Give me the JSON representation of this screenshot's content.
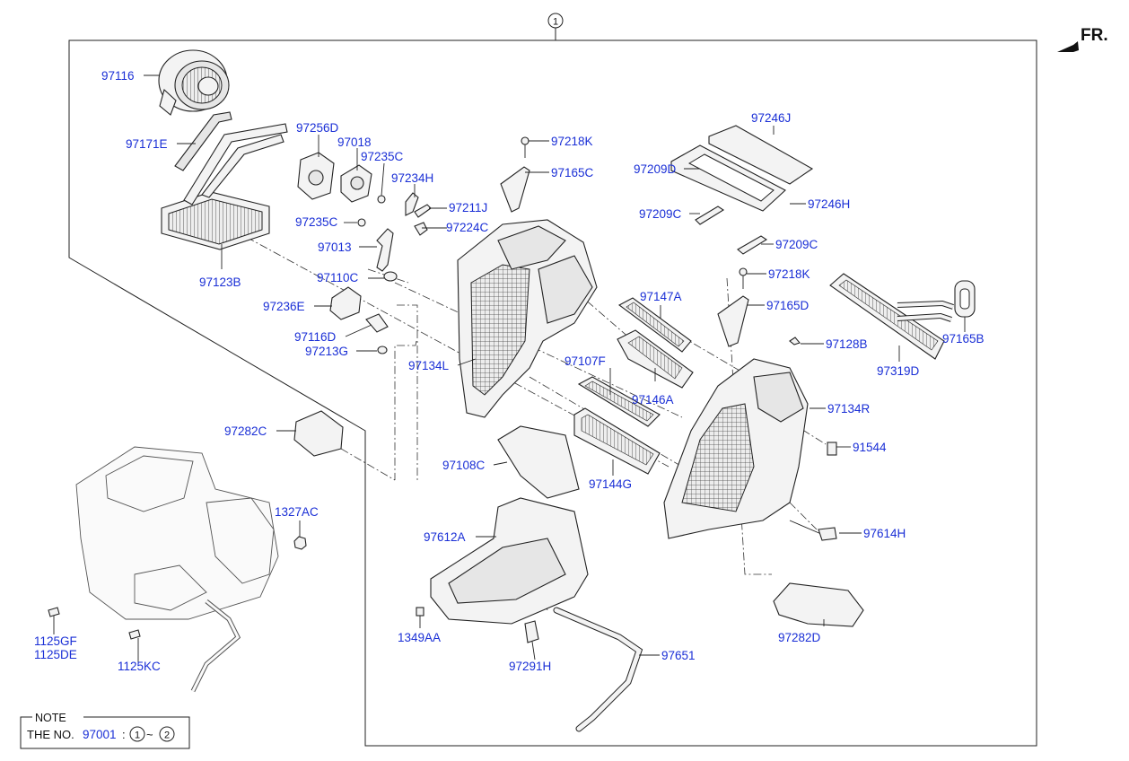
{
  "header": {
    "circle_top": "1",
    "front_label": "FR."
  },
  "labels": {
    "l97116": "97116",
    "l97171E": "97171E",
    "l97123B": "97123B",
    "l97256D": "97256D",
    "l97018": "97018",
    "l97235C_a": "97235C",
    "l97234H": "97234H",
    "l97211J": "97211J",
    "l97224C": "97224C",
    "l97235C_b": "97235C",
    "l97013": "97013",
    "l97110C": "97110C",
    "l97236E": "97236E",
    "l97116D": "97116D",
    "l97213G": "97213G",
    "l97282C": "97282C",
    "l97218K_a": "97218K",
    "l97165C": "97165C",
    "l97134L": "97134L",
    "l97108C": "97108C",
    "l97612A": "97612A",
    "l1349AA": "1349AA",
    "l97291H": "97291H",
    "l97651": "97651",
    "l97107F": "97107F",
    "l97146A": "97146A",
    "l97147A": "97147A",
    "l97144G": "97144G",
    "l97246J": "97246J",
    "l97209D": "97209D",
    "l97246H": "97246H",
    "l97209C_a": "97209C",
    "l97209C_b": "97209C",
    "l97218K_b": "97218K",
    "l97165D": "97165D",
    "l97128B": "97128B",
    "l97319D": "97319D",
    "l97165B": "97165B",
    "l97134R": "97134R",
    "l91544": "91544",
    "l97614H": "97614H",
    "l97282D": "97282D",
    "l1327AC": "1327AC",
    "l1125GF": "1125GF",
    "l1125DE": "1125DE",
    "l1125KC": "1125KC"
  },
  "note": {
    "title": "NOTE",
    "prefix": "THE NO.",
    "part_no": "97001",
    "colon": ":",
    "range_start": "1",
    "tilde": "~",
    "range_end": "2"
  }
}
